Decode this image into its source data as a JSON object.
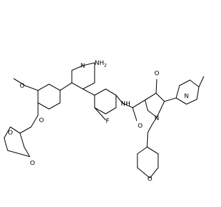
{
  "atoms": {
    "amine": "NH",
    "amine_sub": "2",
    "pyridine_n": "N",
    "methoxy_o": "O",
    "ether_o": "O",
    "dioxane_o_top": "O",
    "dioxane_o_bottom": "O",
    "fluorine": "F",
    "amide_nh": "N",
    "amide_h": "H",
    "amide_o": "O",
    "pyridone_o": "O",
    "pyridone_n": "N",
    "methylpyridine_n": "N",
    "oxane_o": "O"
  },
  "colors": {
    "ink": "#000000",
    "background": "#ffffff"
  }
}
